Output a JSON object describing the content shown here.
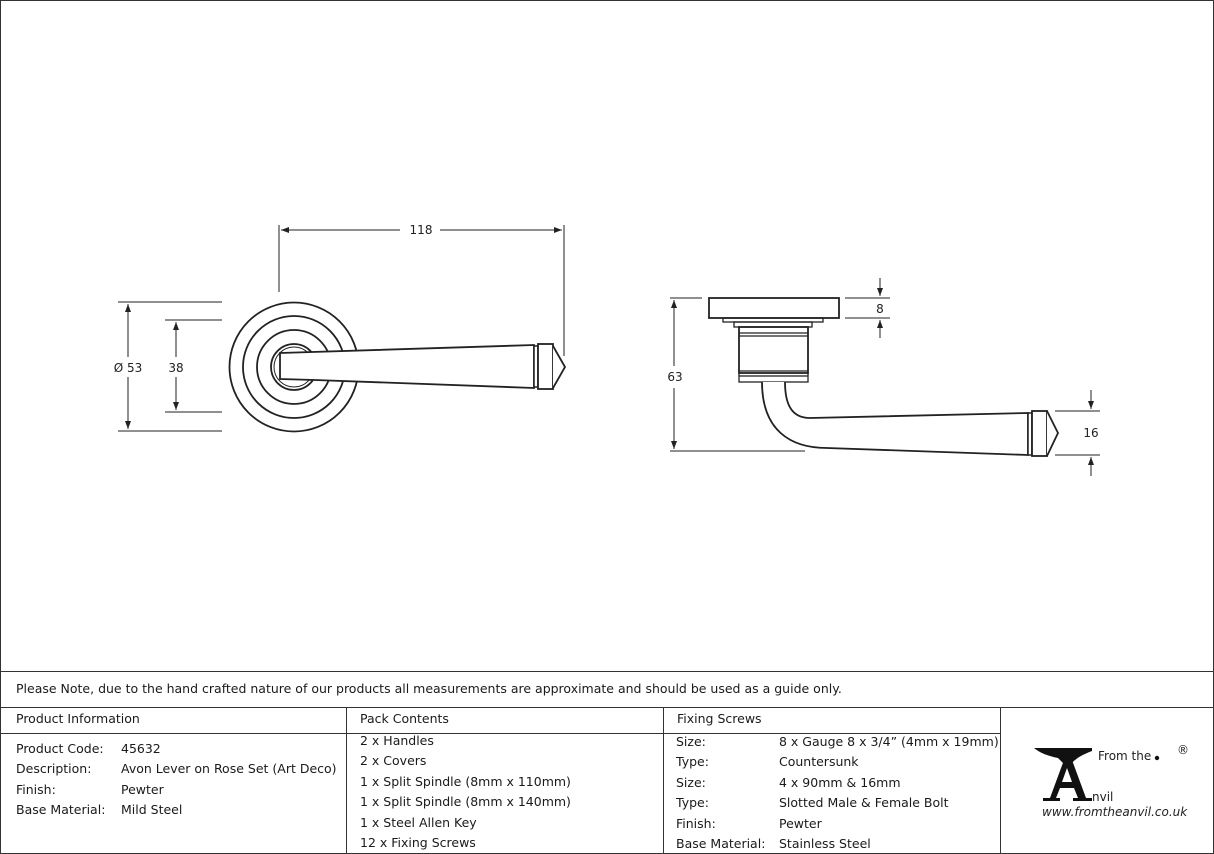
{
  "drawing": {
    "front_view": {
      "length_label": "118",
      "rose_diameter_label": "Ø 53",
      "inner_diameter_label": "38"
    },
    "side_view": {
      "height_label": "63",
      "rose_thickness_label": "8",
      "lever_height_label": "16"
    },
    "line_color": "#222222"
  },
  "note": "Please Note, due to the hand crafted nature of our products all measurements are approximate and should be used as a guide only.",
  "product_information": {
    "heading": "Product Information",
    "rows": [
      {
        "label": "Product Code:",
        "value": "45632"
      },
      {
        "label": "Description:",
        "value": "Avon Lever on Rose Set (Art Deco)"
      },
      {
        "label": "Finish:",
        "value": "Pewter"
      },
      {
        "label": "Base Material:",
        "value": "Mild Steel"
      }
    ]
  },
  "pack_contents": {
    "heading": "Pack Contents",
    "items": [
      "2 x Handles",
      "2 x Covers",
      "1 x Split Spindle (8mm x 110mm)",
      "1 x Split Spindle (8mm x 140mm)",
      "1 x Steel Allen Key",
      "12 x Fixing Screws"
    ]
  },
  "fixing_screws": {
    "heading": "Fixing Screws",
    "rows": [
      {
        "label": "Size:",
        "value": "8 x Gauge 8 x 3/4” (4mm x 19mm)"
      },
      {
        "label": "Type:",
        "value": "Countersunk"
      },
      {
        "label": "Size:",
        "value": "4 x 90mm & 16mm"
      },
      {
        "label": "Type:",
        "value": "Slotted Male & Female Bolt"
      },
      {
        "label": "Finish:",
        "value": "Pewter"
      },
      {
        "label": "Base Material:",
        "value": "Stainless Steel"
      }
    ]
  },
  "logo": {
    "top": "From the",
    "main": "nvil",
    "registered": "®",
    "url": "www.fromtheanvil.co.uk"
  }
}
